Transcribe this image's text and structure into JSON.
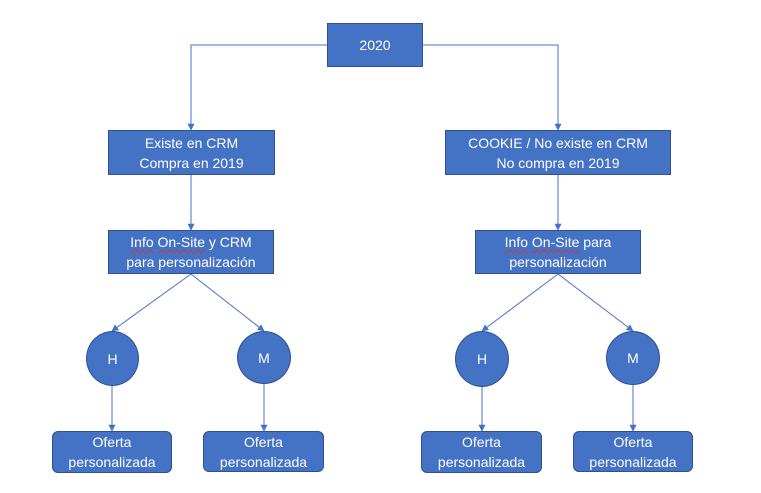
{
  "colors": {
    "box_fill": "#4472c4",
    "box_border": "#2f528f",
    "text": "#ffffff",
    "connector": "#4472c4",
    "spellcheck": "#e03030"
  },
  "root": {
    "label": "2020"
  },
  "left": {
    "segment": {
      "line1": "Existe en CRM",
      "line2": "Compra en 2019"
    },
    "info": {
      "word1": "Info",
      "word2": "On-Site",
      "rest1": "y CRM",
      "line2": "para personalización"
    },
    "gender_h": {
      "label": "H"
    },
    "gender_m": {
      "label": "M"
    },
    "offer_h": {
      "line1": "Oferta",
      "line2": "personalizada"
    },
    "offer_m": {
      "line1": "Oferta",
      "line2": "personalizada"
    }
  },
  "right": {
    "segment": {
      "line1": "COOKIE / No existe en CRM",
      "line2": "No compra en 2019"
    },
    "info": {
      "word1": "Info",
      "word2": "On-Site",
      "rest1": "para",
      "line2": "personalización"
    },
    "gender_h": {
      "label": "H"
    },
    "gender_m": {
      "label": "M"
    },
    "offer_h": {
      "line1": "Oferta",
      "line2": "personalizada"
    },
    "offer_m": {
      "line1": "Oferta",
      "line2": "personalizada"
    }
  }
}
